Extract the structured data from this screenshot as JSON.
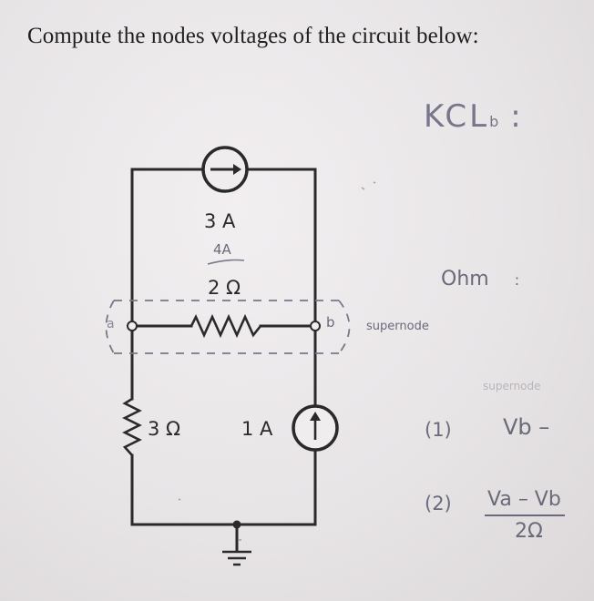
{
  "question": "Compute the nodes voltages of the circuit below:",
  "circuit": {
    "source_top_current": "3 A",
    "resistor_middle": "2 Ω",
    "resistor_left": "3 Ω",
    "source_right_current": "1 A"
  },
  "handwriting": {
    "kcl": "KCL",
    "kcl_sub": "b",
    "kcl_colon": ":",
    "corrected_current": "4A",
    "node_a": "a",
    "node_b": "b",
    "supernode": "supernode",
    "ohm": "Ohm",
    "ohm_colon": ":",
    "supernode_faint": "supernode",
    "step1_num": "(1)",
    "step1_expr": "Vb –",
    "step2_num": "(2)",
    "step2_numerator": "Va – Vb",
    "step2_denominator": "2Ω"
  },
  "colors": {
    "wire": "#2a2a2a",
    "pencil": "#6a6a7a",
    "paper": "#ece9eb"
  }
}
